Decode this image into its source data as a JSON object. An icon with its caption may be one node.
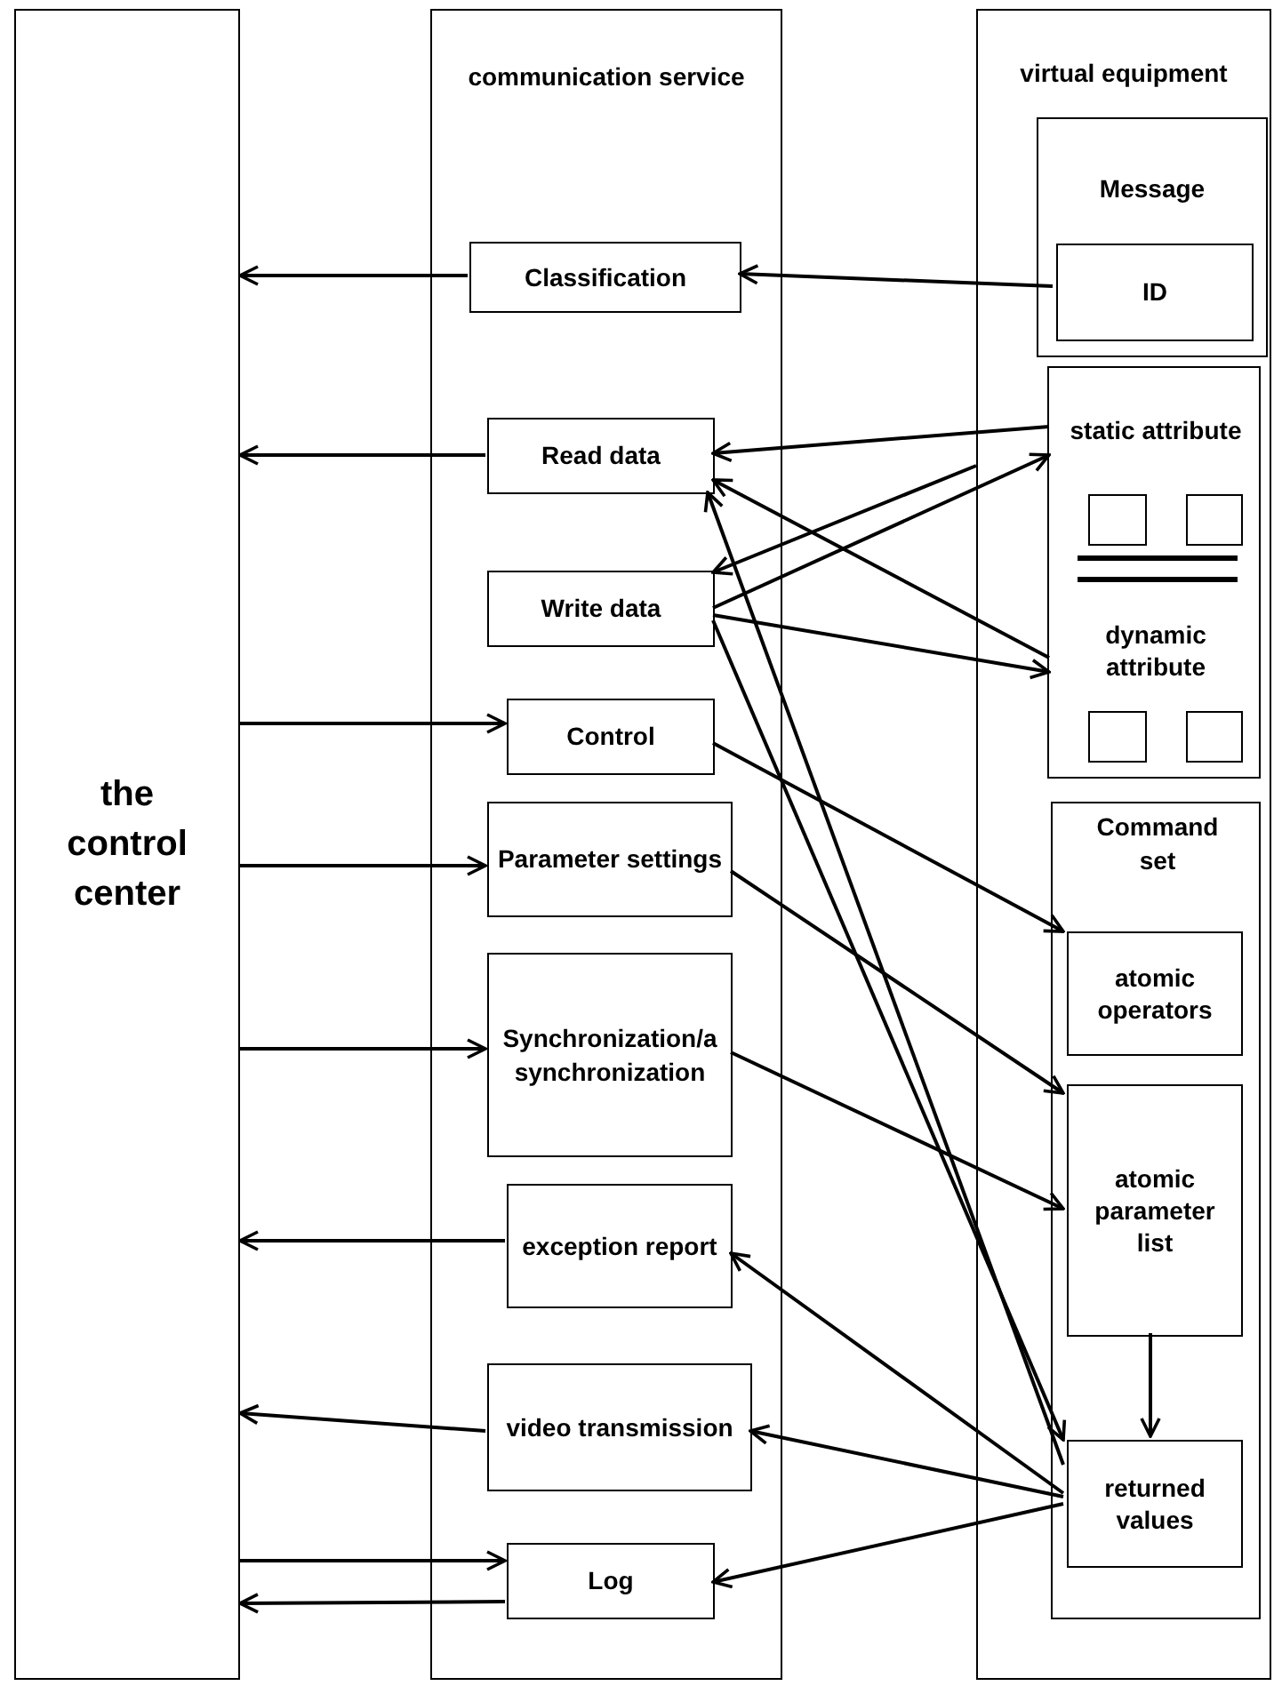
{
  "diagram": {
    "nodes": [
      {
        "text": [
          "the control center"
        ]
      },
      {
        "text": [
          "communication service"
        ]
      },
      {
        "text": [
          "Classification"
        ],
        "in": 1
      },
      {
        "text": [
          "Read data"
        ],
        "in": 1
      },
      {
        "text": [
          "Write data"
        ],
        "in": 1
      },
      {
        "text": [
          "Control"
        ],
        "in": 1
      },
      {
        "text": [
          "Parameter settings"
        ],
        "in": 1
      },
      {
        "text": [
          "Synchronization/asynchronization"
        ],
        "in": 1
      },
      {
        "text": [
          "exception report"
        ],
        "in": 1
      },
      {
        "text": [
          "video transmission"
        ],
        "in": 1
      },
      {
        "text": [
          "Log"
        ],
        "in": 1
      },
      {
        "text": [
          "virtual equipment"
        ]
      },
      {
        "text": [
          "Message"
        ],
        "in": 11
      },
      {
        "text": [
          "ID"
        ],
        "in": 12
      },
      {
        "text": [],
        "shape": "box",
        "in": 11
      },
      {
        "text": [
          "static attribute"
        ],
        "in": 14
      },
      {
        "text": [],
        "shape": "box",
        "in": 14
      },
      {
        "text": [],
        "shape": "box",
        "in": 14
      },
      {
        "text": [
          "dynamic attribute"
        ],
        "in": 14
      },
      {
        "text": [],
        "shape": "box",
        "in": 14
      },
      {
        "text": [],
        "shape": "box",
        "in": 14
      },
      {
        "text": [
          "Command set"
        ],
        "in": 11
      },
      {
        "text": [
          "atomic operators"
        ],
        "in": 21
      },
      {
        "text": [
          "atomic parameter list"
        ],
        "in": 21
      },
      {
        "text": [
          "returned values"
        ],
        "in": 21
      }
    ],
    "edges": [
      {
        "from": 2,
        "to": 0,
        "arrow": "to"
      },
      {
        "from": 13,
        "to": 2,
        "arrow": "to"
      },
      {
        "from": 3,
        "to": 0,
        "arrow": "to"
      },
      {
        "from": 15,
        "to": 3,
        "arrow": "to"
      },
      {
        "from": 11,
        "to": 4,
        "arrow": "to"
      },
      {
        "from": 4,
        "to": 15,
        "arrow": "to"
      },
      {
        "from": 4,
        "to": 18,
        "arrow": "to"
      },
      {
        "from": 18,
        "to": 3,
        "arrow": "to"
      },
      {
        "from": 0,
        "to": 5,
        "arrow": "to"
      },
      {
        "from": 5,
        "to": 22,
        "arrow": "to"
      },
      {
        "from": 0,
        "to": 6,
        "arrow": "to"
      },
      {
        "from": 6,
        "to": 23,
        "arrow": "to"
      },
      {
        "from": 0,
        "to": 7,
        "arrow": "to"
      },
      {
        "from": 7,
        "to": 23,
        "arrow": "to"
      },
      {
        "from": 8,
        "to": 0,
        "arrow": "to"
      },
      {
        "from": 24,
        "to": 8,
        "arrow": "to"
      },
      {
        "from": 9,
        "to": 0,
        "arrow": "to"
      },
      {
        "from": 24,
        "to": 9,
        "arrow": "to"
      },
      {
        "from": 0,
        "to": 10,
        "arrow": "to"
      },
      {
        "from": 10,
        "to": 0,
        "arrow": "to"
      },
      {
        "from": 24,
        "to": 10,
        "arrow": "to"
      },
      {
        "from": 23,
        "to": 24,
        "arrow": "to"
      },
      {
        "from": 24,
        "to": 3,
        "arrow": "to"
      },
      {
        "from": 4,
        "to": 24,
        "arrow": "to"
      }
    ]
  }
}
